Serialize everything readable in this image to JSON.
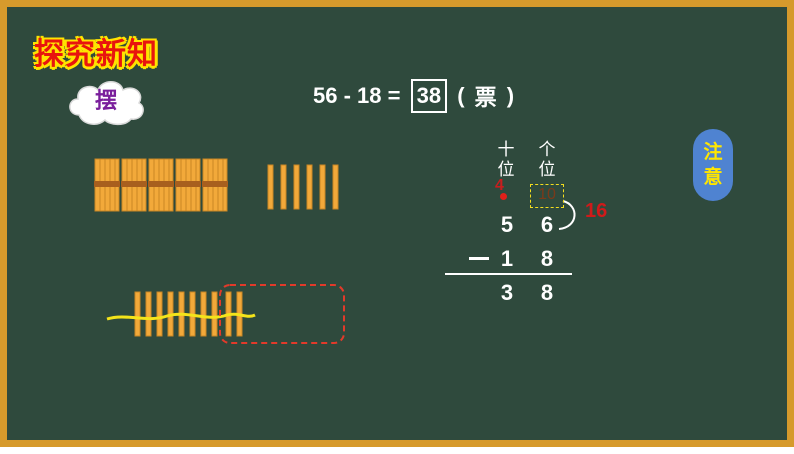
{
  "section_title": "探究新知",
  "cloud_label": "摆",
  "equation": {
    "left": "56 - 18 =",
    "answer": "38",
    "unit_open": "(",
    "unit": "票",
    "unit_close": ")"
  },
  "column_headers": {
    "tens_line1": "十",
    "tens_line2": "位",
    "ones_line1": "个",
    "ones_line2": "位"
  },
  "vertical_calc": {
    "borrow_tens": "4",
    "borrow_ten_label": "10",
    "borrowed_total": "16",
    "minuend_tens": "5",
    "minuend_ones": "6",
    "subtrahend_tens": "1",
    "subtrahend_ones": "8",
    "result_tens": "3",
    "result_ones": "8"
  },
  "note_badge": {
    "line1": "注",
    "line2": "意"
  },
  "colors": {
    "board": "#2f4a3d",
    "frame": "#d69a2c",
    "title_red": "#e8150e",
    "title_outline": "#ffe300",
    "stick": "#f2a93a",
    "highlight_red": "#c81e1e"
  }
}
